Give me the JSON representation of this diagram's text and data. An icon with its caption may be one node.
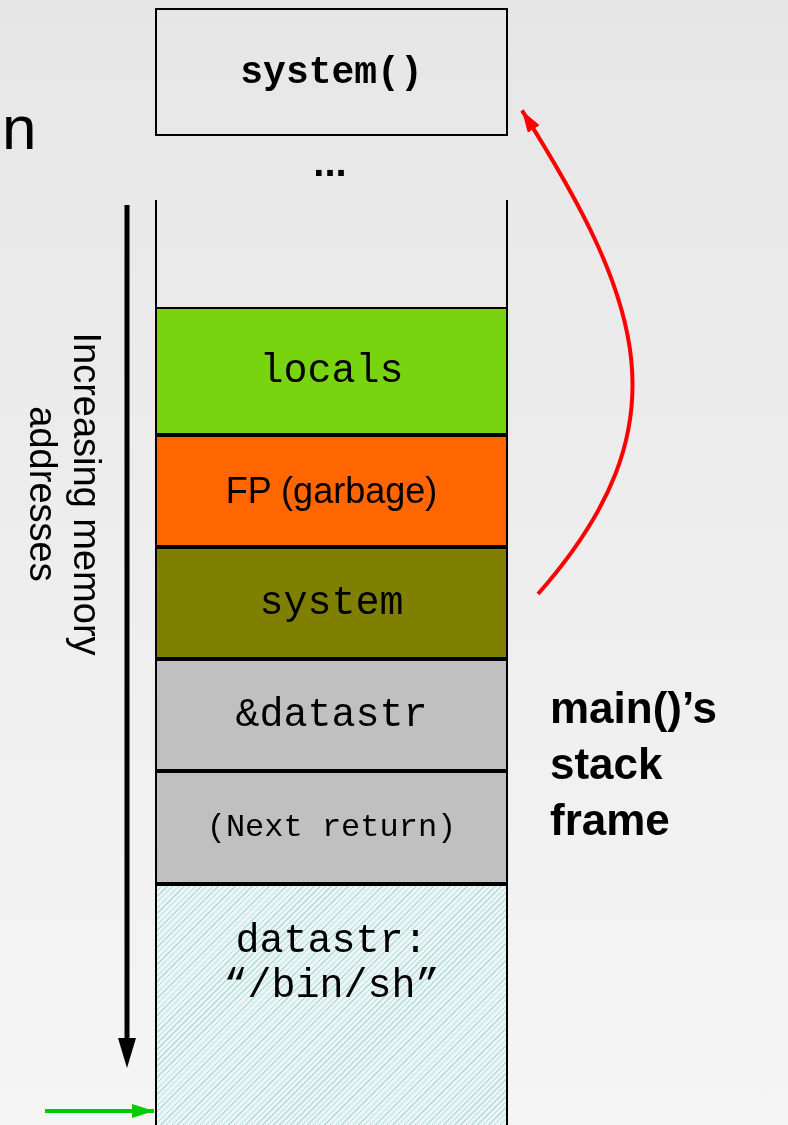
{
  "diagram": {
    "nodes": [
      {
        "text": [
          "system()"
        ]
      },
      {
        "text": [],
        "shape": "box"
      },
      {
        "text": [
          "locals"
        ]
      },
      {
        "text": [
          "FP (garbage)"
        ]
      },
      {
        "text": [
          "system"
        ]
      },
      {
        "text": [
          "&datastr"
        ]
      },
      {
        "text": [
          "(Next return)"
        ]
      },
      {
        "text": [
          "datastr: “/bin/sh”"
        ]
      }
    ],
    "edges": [
      {
        "from": 4,
        "to": 0,
        "arrow": "to",
        "color": "#ff0000"
      },
      {
        "from": null,
        "to": 7,
        "arrow": "to",
        "color": "#00cc00"
      }
    ],
    "labels": [
      "n",
      "...",
      "Increasing memory addresses",
      "main()’s stack frame"
    ]
  }
}
